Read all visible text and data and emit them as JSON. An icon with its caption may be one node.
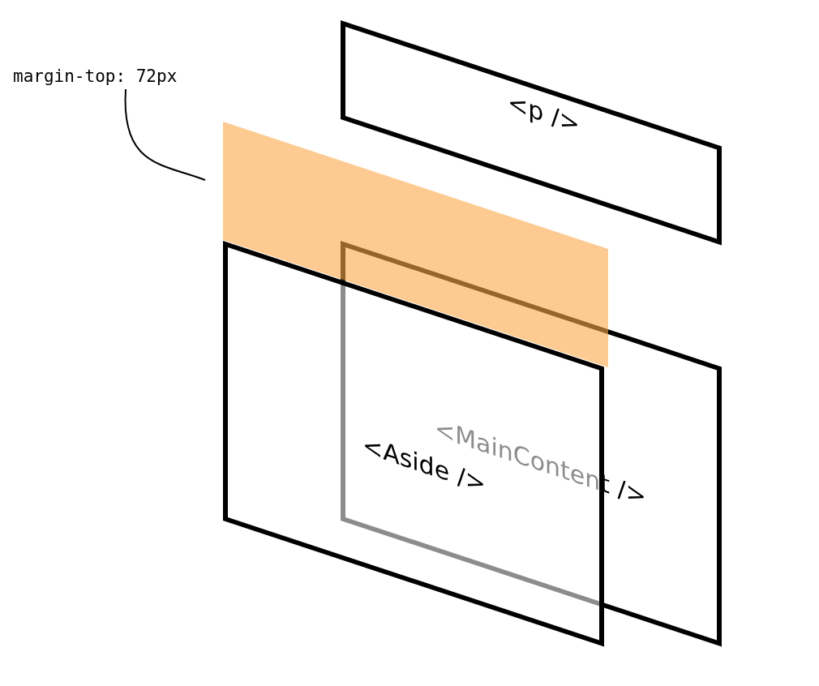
{
  "diagram": {
    "nodes": [
      {
        "text": [
          "margin-top: 72px"
        ]
      },
      {
        "text": [
          "<p />"
        ]
      },
      {
        "text": [],
        "shape": "box"
      },
      {
        "text": [
          "<MainContent />"
        ]
      },
      {
        "text": [
          "<Aside />"
        ]
      }
    ],
    "edges": [
      {
        "from": 0,
        "to": 2,
        "arrow": "none"
      }
    ]
  }
}
